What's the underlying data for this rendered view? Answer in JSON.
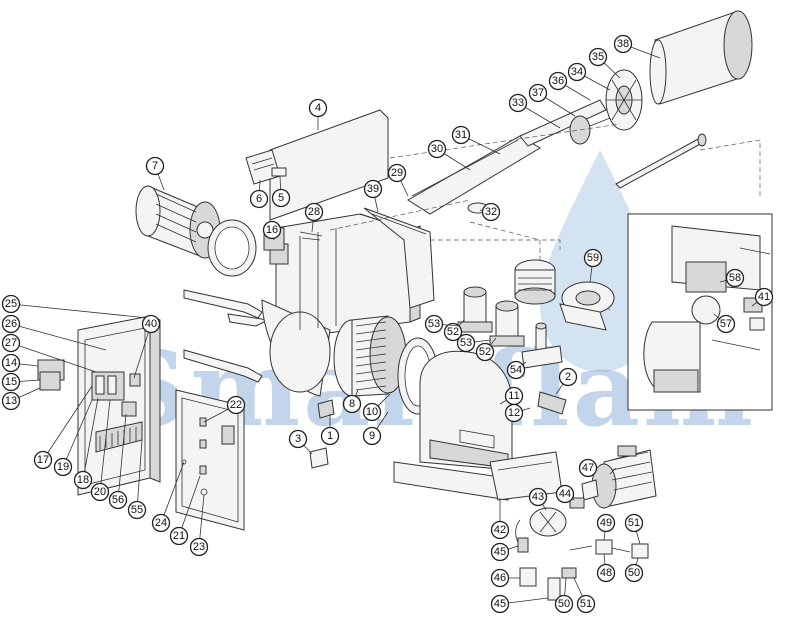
{
  "watermark": {
    "text": "Smartflam"
  },
  "callouts": [
    {
      "label": "1"
    },
    {
      "label": "2"
    },
    {
      "label": "3"
    },
    {
      "label": "4"
    },
    {
      "label": "5"
    },
    {
      "label": "6"
    },
    {
      "label": "7"
    },
    {
      "label": "8"
    },
    {
      "label": "9"
    },
    {
      "label": "10"
    },
    {
      "label": "11"
    },
    {
      "label": "12"
    },
    {
      "label": "13"
    },
    {
      "label": "14"
    },
    {
      "label": "15"
    },
    {
      "label": "16"
    },
    {
      "label": "17"
    },
    {
      "label": "18"
    },
    {
      "label": "19"
    },
    {
      "label": "20"
    },
    {
      "label": "21"
    },
    {
      "label": "22"
    },
    {
      "label": "23"
    },
    {
      "label": "24"
    },
    {
      "label": "25"
    },
    {
      "label": "26"
    },
    {
      "label": "27"
    },
    {
      "label": "28"
    },
    {
      "label": "29"
    },
    {
      "label": "30"
    },
    {
      "label": "31"
    },
    {
      "label": "32"
    },
    {
      "label": "33"
    },
    {
      "label": "34"
    },
    {
      "label": "35"
    },
    {
      "label": "36"
    },
    {
      "label": "37"
    },
    {
      "label": "38"
    },
    {
      "label": "39"
    },
    {
      "label": "40"
    },
    {
      "label": "41"
    },
    {
      "label": "42"
    },
    {
      "label": "43"
    },
    {
      "label": "44"
    },
    {
      "label": "45"
    },
    {
      "label": "45"
    },
    {
      "label": "46"
    },
    {
      "label": "47"
    },
    {
      "label": "48"
    },
    {
      "label": "49"
    },
    {
      "label": "50"
    },
    {
      "label": "50"
    },
    {
      "label": "51"
    },
    {
      "label": "51"
    },
    {
      "label": "52"
    },
    {
      "label": "52"
    },
    {
      "label": "53"
    },
    {
      "label": "53"
    },
    {
      "label": "54"
    },
    {
      "label": "55"
    },
    {
      "label": "56"
    },
    {
      "label": "57"
    },
    {
      "label": "58"
    },
    {
      "label": "59"
    }
  ]
}
